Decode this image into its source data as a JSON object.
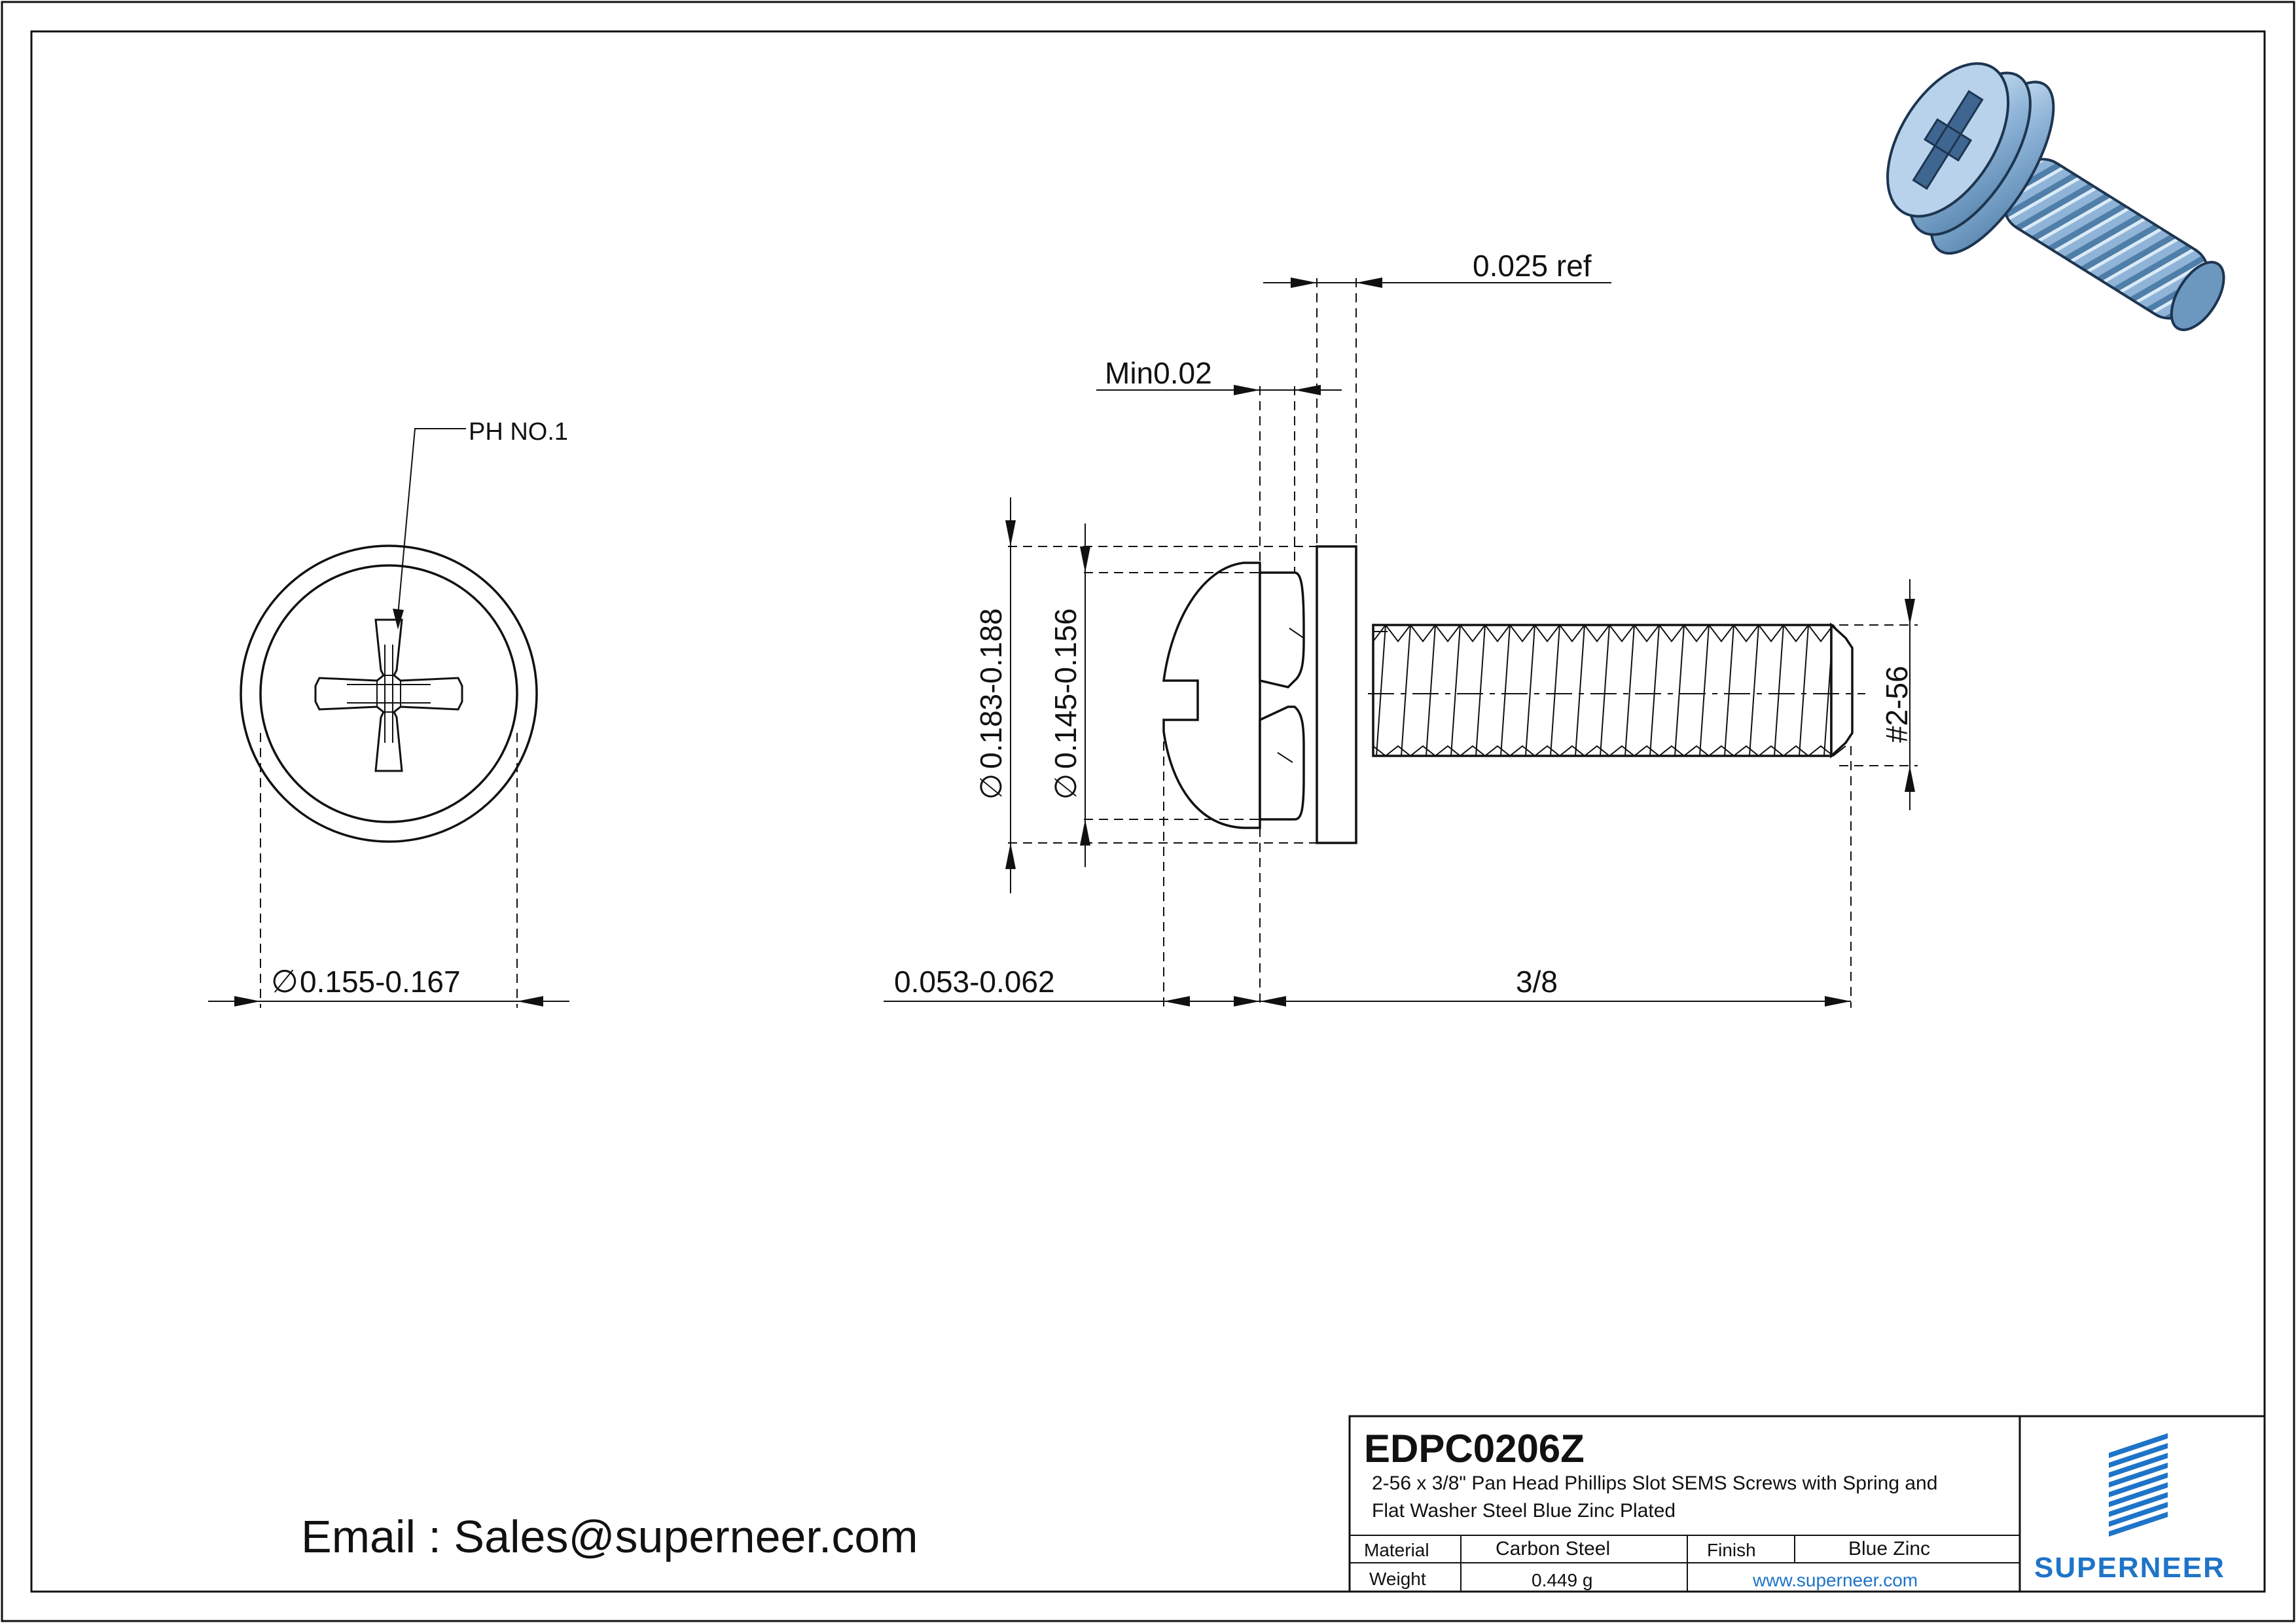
{
  "drawing": {
    "part_number": "EDPC0206Z",
    "description_line1": "2-56 x 3/8\" Pan Head Phillips Slot SEMS Screws with Spring and",
    "description_line2": "Flat Washer Steel Blue Zinc Plated",
    "email_line": "Email : Sales@superneer.com"
  },
  "dimensions": {
    "drive_label": "PH NO.1",
    "recess_diameter": "0.155-0.167",
    "head_height": "0.053-0.062",
    "length": "3/8",
    "thread": "#2-56",
    "flat_washer_diameter": "0.183-0.188",
    "spring_washer_diameter": "0.145-0.156",
    "min_value": "Min0.02",
    "ref_value": "0.025 ref",
    "diameter_symbol": "∅"
  },
  "title_block": {
    "material_label": "Material",
    "material_value": "Carbon Steel",
    "finish_label": "Finish",
    "finish_value": "Blue Zinc",
    "weight_label": "Weight",
    "weight_value": "0.449 g",
    "website": "www.superneer.com",
    "logo_text": "SUPERNEER"
  },
  "colors": {
    "brand_blue": "#1e74c8",
    "screw_blue": "#8fb4d8"
  },
  "icons": {
    "logo": "stacked-stripes-logo",
    "render": "screw-3d-render-icon"
  }
}
